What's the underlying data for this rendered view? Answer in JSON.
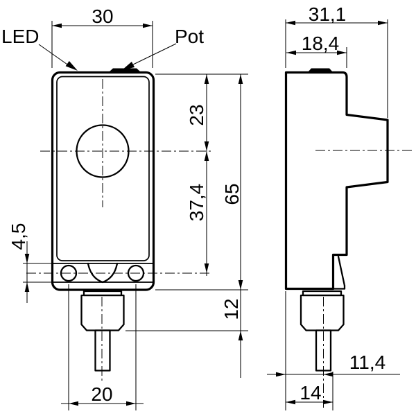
{
  "drawing": {
    "callouts": {
      "led": "LED",
      "pot": "Pot"
    },
    "front": {
      "width": "30",
      "top_to_sensor_axis": "23",
      "sensor_axis_to_hole_axis": "37,4",
      "height": "65",
      "hole_detail": "4,5",
      "connector_length": "12",
      "hole_spacing": "20"
    },
    "side": {
      "overall_depth": "31,1",
      "housing_depth": "18,4",
      "connector_axis_offset": "11,4",
      "connector_depth": "14"
    }
  }
}
